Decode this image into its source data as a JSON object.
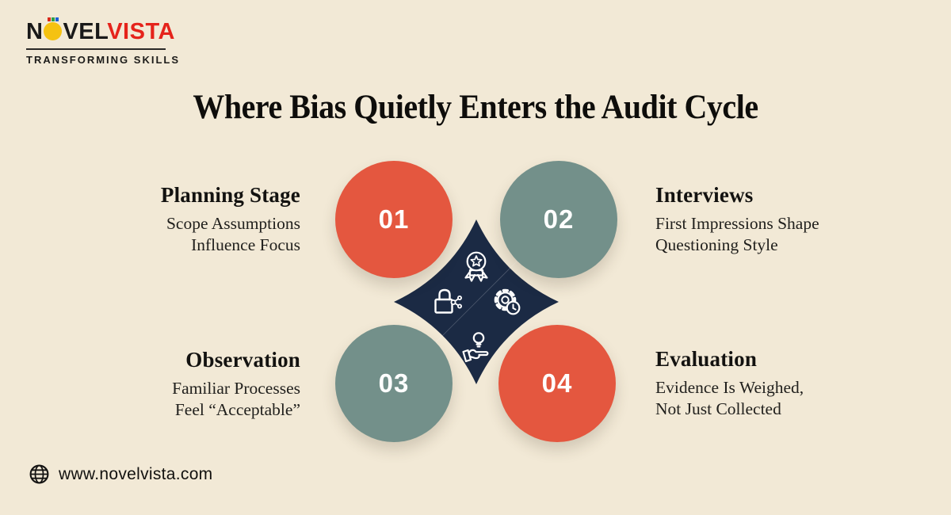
{
  "logo": {
    "brand_prefix": "N",
    "brand_mid": "VEL",
    "brand_suffix": "VISTA",
    "tagline": "TRANSFORMING SKILLS"
  },
  "title": "Where Bias Quietly Enters the Audit Cycle",
  "stages": [
    {
      "number": "01",
      "title": "Planning Stage",
      "description": [
        "Scope Assumptions",
        "Influence Focus"
      ],
      "circle_color": "#e4573f"
    },
    {
      "number": "02",
      "title": "Interviews",
      "description": [
        "First Impressions Shape",
        "Questioning Style"
      ],
      "circle_color": "#73908a"
    },
    {
      "number": "03",
      "title": "Observation",
      "description": [
        "Familiar Processes",
        "Feel “Acceptable”"
      ],
      "circle_color": "#73908a"
    },
    {
      "number": "04",
      "title": "Evaluation",
      "description": [
        "Evidence Is Weighed,",
        "Not Just Collected"
      ],
      "circle_color": "#e4573f"
    }
  ],
  "center": {
    "color": "#1b2a44",
    "icons": [
      "award-star-icon",
      "lock-share-icon",
      "gear-clock-icon",
      "hand-lightbulb-icon"
    ]
  },
  "footer": {
    "website": "www.novelvista.com"
  },
  "colors": {
    "background": "#f2e9d6",
    "red": "#e4573f",
    "sage": "#73908a",
    "navy": "#1b2a44",
    "brand_red": "#e5231b",
    "bulb_yellow": "#f5c211"
  }
}
